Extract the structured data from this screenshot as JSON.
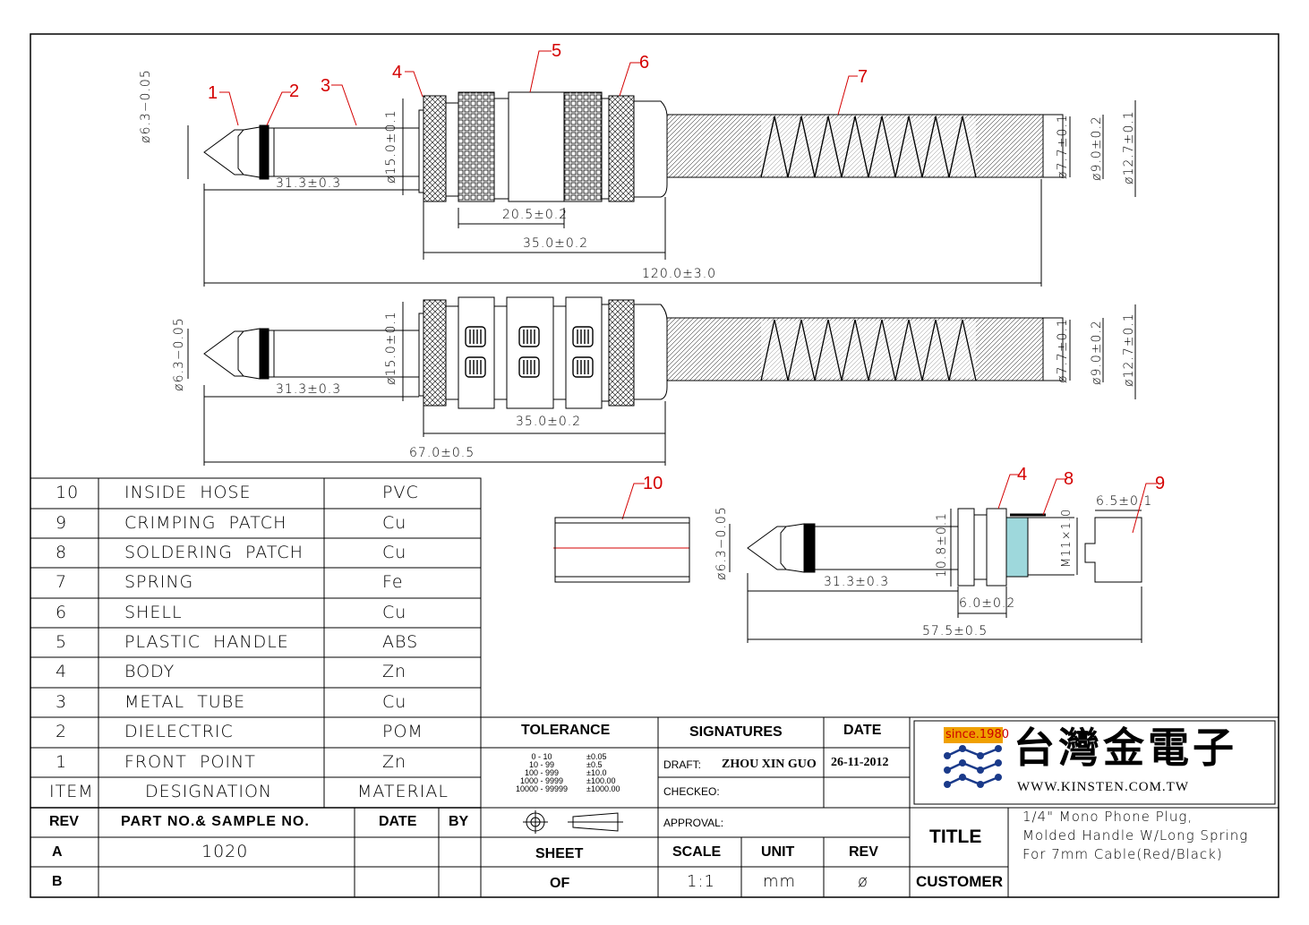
{
  "callouts": {
    "c1": "1",
    "c2": "2",
    "c3": "3",
    "c4": "4",
    "c5": "5",
    "c6": "6",
    "c7": "7",
    "c4b": "4",
    "c8": "8",
    "c9": "9",
    "c10": "10"
  },
  "dims": {
    "d_tip1": "ø6.3−0.05",
    "d_tube1": "31.3±0.3",
    "d_body1": "ø15.0±0.1",
    "d_handle1": "20.5±0.2",
    "d_shell1": "35.0±0.2",
    "d_total1": "120.0±3.0",
    "d_77_1": "ø7.7±0.1",
    "d_90_1": "ø9.0±0.2",
    "d_127_1": "ø12.7±0.1",
    "d_tip2": "ø6.3−0.05",
    "d_tube2": "31.3±0.3",
    "d_body2": "ø15.0±0.1",
    "d_shell2": "35.0±0.2",
    "d_total2": "67.0±0.5",
    "d_77_2": "ø7.7±0.1",
    "d_90_2": "ø9.0±0.2",
    "d_127_2": "ø12.7±0.1",
    "d_tip3": "ø6.3−0.05",
    "d_108": "10.8±0.1",
    "d_m11": "M11×1.0",
    "d_65": "6.5±0.1",
    "d_tube3": "31.3±0.3",
    "d_60": "6.0±0.2",
    "d_575": "57.5±0.5"
  },
  "bom": {
    "rows": [
      {
        "item": "10",
        "name": "INSIDE  HOSE",
        "mat": "PVC"
      },
      {
        "item": "9",
        "name": "CRIMPING  PATCH",
        "mat": "Cu"
      },
      {
        "item": "8",
        "name": "SOLDERING  PATCH",
        "mat": "Cu"
      },
      {
        "item": "7",
        "name": "SPRING",
        "mat": "Fe"
      },
      {
        "item": "6",
        "name": "SHELL",
        "mat": "Cu"
      },
      {
        "item": "5",
        "name": "PLASTIC  HANDLE",
        "mat": "ABS"
      },
      {
        "item": "4",
        "name": "BODY",
        "mat": "Zn"
      },
      {
        "item": "3",
        "name": "METAL  TUBE",
        "mat": "Cu"
      },
      {
        "item": "2",
        "name": "DIELECTRIC",
        "mat": "POM"
      },
      {
        "item": "1",
        "name": "FRONT  POINT",
        "mat": "Zn"
      }
    ],
    "header": {
      "item": "ITEM",
      "name": "DESIGNATION",
      "mat": "MATERIAL"
    }
  },
  "rev": {
    "headers": {
      "rev": "REV",
      "part": "PART NO.& SAMPLE NO.",
      "date": "DATE",
      "by": "BY"
    },
    "rows": [
      {
        "rev": "A",
        "part": "1020"
      },
      {
        "rev": "B",
        "part": ""
      }
    ]
  },
  "tolerance": {
    "title": "TOLERANCE",
    "ranges": [
      "0  -  10",
      "10  -  99",
      "100  -  999",
      "1000  -  9999",
      "10000  -  99999"
    ],
    "values": [
      "±0.05",
      "±0.5",
      "±10.0",
      "±100.00",
      "±1000.00"
    ]
  },
  "signatures": {
    "title": "SIGNATURES",
    "date_title": "DATE",
    "draft_label": "DRAFT:",
    "draft_name": "ZHOU XIN GUO",
    "draft_date": "26-11-2012",
    "checked_label": "CHECKEO:",
    "approval_label": "APPROVAL:"
  },
  "bottom": {
    "sheet": "SHEET",
    "of": "OF",
    "scale_label": "SCALE",
    "scale_value": "1:1",
    "unit_label": "UNIT",
    "unit_value": "mm",
    "rev_label": "REV",
    "rev_value": "ø"
  },
  "company": {
    "since": "since.1980",
    "name": "台灣金電子",
    "url": "WWW.KINSTEN.COM.TW"
  },
  "title_block": {
    "title_label": "TITLE",
    "customer_label": "CUSTOMER",
    "line1": "1/4\"  Mono  Phone  Plug,",
    "line2": "Molded  Handle  W/Long  Spring",
    "line3": "For  7mm  Cable(Red/Black)"
  },
  "colors": {
    "callout": "#d40000",
    "logo_orange": "#f0a000",
    "logo_blue": "#1a3a8a",
    "patch_fill": "#9ed8dc"
  }
}
